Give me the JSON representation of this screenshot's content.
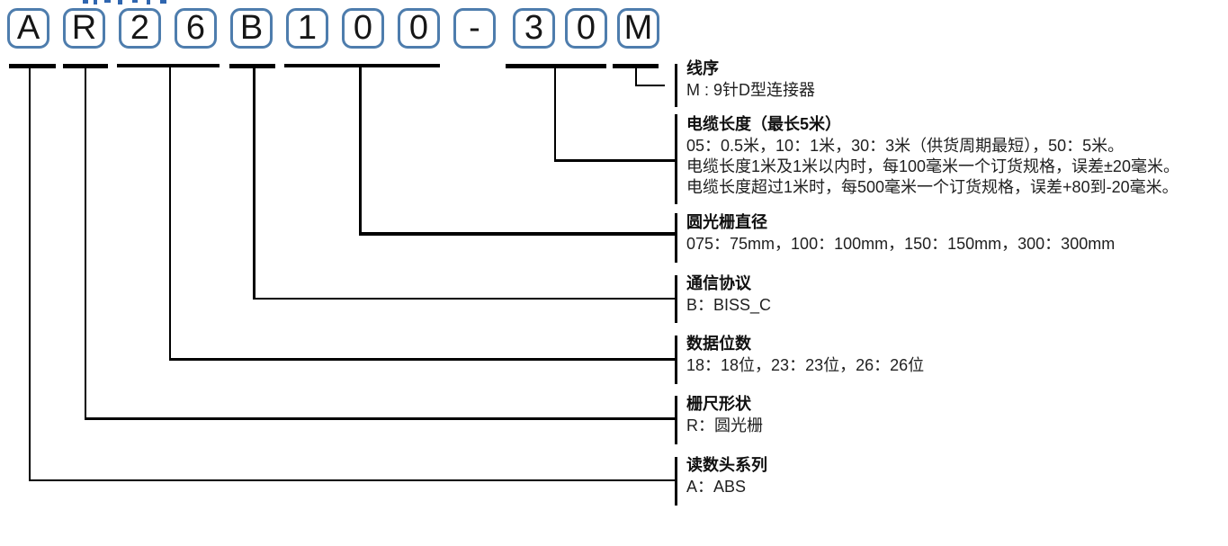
{
  "model_code": {
    "boxes": [
      "A",
      "R",
      "2",
      "6",
      "B",
      "1",
      "0",
      "0",
      "-",
      "3",
      "0",
      "M"
    ]
  },
  "segments": [
    {
      "code": "M",
      "title": "线序",
      "lines": [
        "M : 9针D型连接器"
      ]
    },
    {
      "code": "30",
      "title": "电缆长度（最长5米）",
      "lines": [
        "05：0.5米，10：1米，30：3米（供货周期最短），50：5米。",
        "电缆长度1米及1米以内时，每100毫米一个订货规格，误差±20毫米。",
        "电缆长度超过1米时，每500毫米一个订货规格，误差+80到-20毫米。"
      ]
    },
    {
      "code": "100",
      "title": "圆光栅直径",
      "lines": [
        "075：75mm，100：100mm，150：150mm，300：300mm"
      ]
    },
    {
      "code": "B",
      "title": "通信协议",
      "lines": [
        "B：BISS_C"
      ]
    },
    {
      "code": "26",
      "title": "数据位数",
      "lines": [
        "18：18位，23：23位，26：26位"
      ]
    },
    {
      "code": "R",
      "title": "栅尺形状",
      "lines": [
        "R：圆光栅"
      ]
    },
    {
      "code": "A",
      "title": "读数头系列",
      "lines": [
        "A：ABS"
      ]
    }
  ],
  "colors": {
    "box_border": "#4e7dad",
    "line": "#000000",
    "title_text": "#101010",
    "body_text": "#1f1f1f"
  }
}
